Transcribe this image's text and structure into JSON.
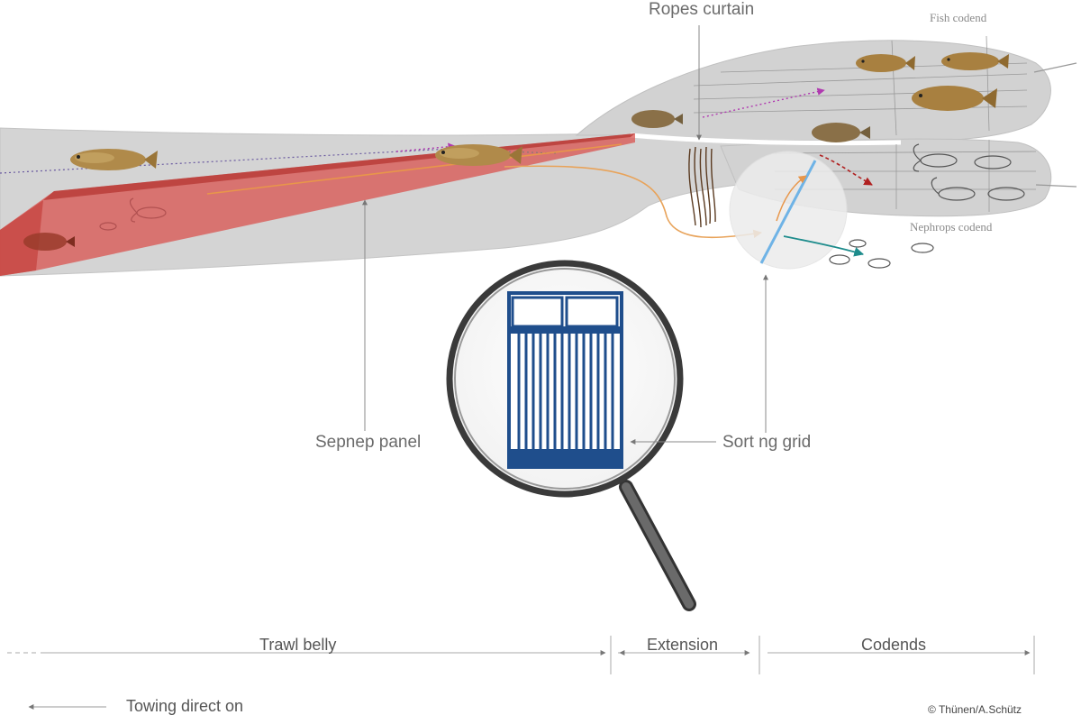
{
  "labels": {
    "ropes_curtain": "Ropes curtain",
    "fish_codend": "Fish codend",
    "nephrops_codend": "Nephrops codend",
    "sepnep_panel": "Sepnep panel",
    "sorting_grid": "Sort ng grid"
  },
  "sections": {
    "trawl_belly": "Trawl belly",
    "extension": "Extension",
    "codends": "Codends"
  },
  "footer": {
    "towing_direction": "Towing direct on",
    "credit": "© Thünen/A.Schütz"
  },
  "colors": {
    "net": "#d4d4d4",
    "panel": "#d9534f",
    "grid": "#1f4e8c",
    "sorting_line": "#6fb3e6"
  }
}
